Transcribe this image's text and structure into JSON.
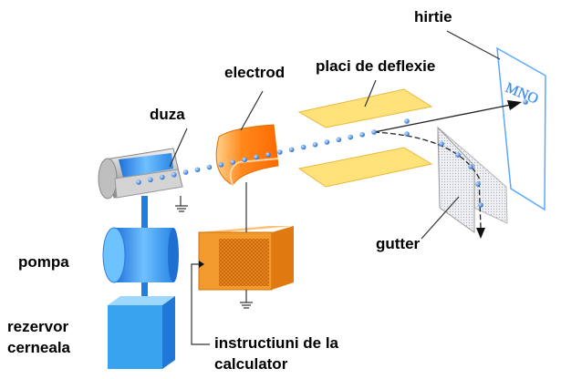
{
  "labels": {
    "paper": "hirtie",
    "deflection_plates": "placi de deflexie",
    "electrode": "electrod",
    "nozzle": "duza",
    "pump": "pompa",
    "reservoir_line1": "rezervor",
    "reservoir_line2": "cerneala",
    "gutter": "gutter",
    "computer_line1": "instructiuni de la",
    "computer_line2": "calculator"
  },
  "paper_text": "MNO",
  "colors": {
    "ink": "#2a7de1",
    "electrode": "#ff8a1f",
    "plates": "#ffe27a",
    "paper": "#5aa8ff"
  }
}
